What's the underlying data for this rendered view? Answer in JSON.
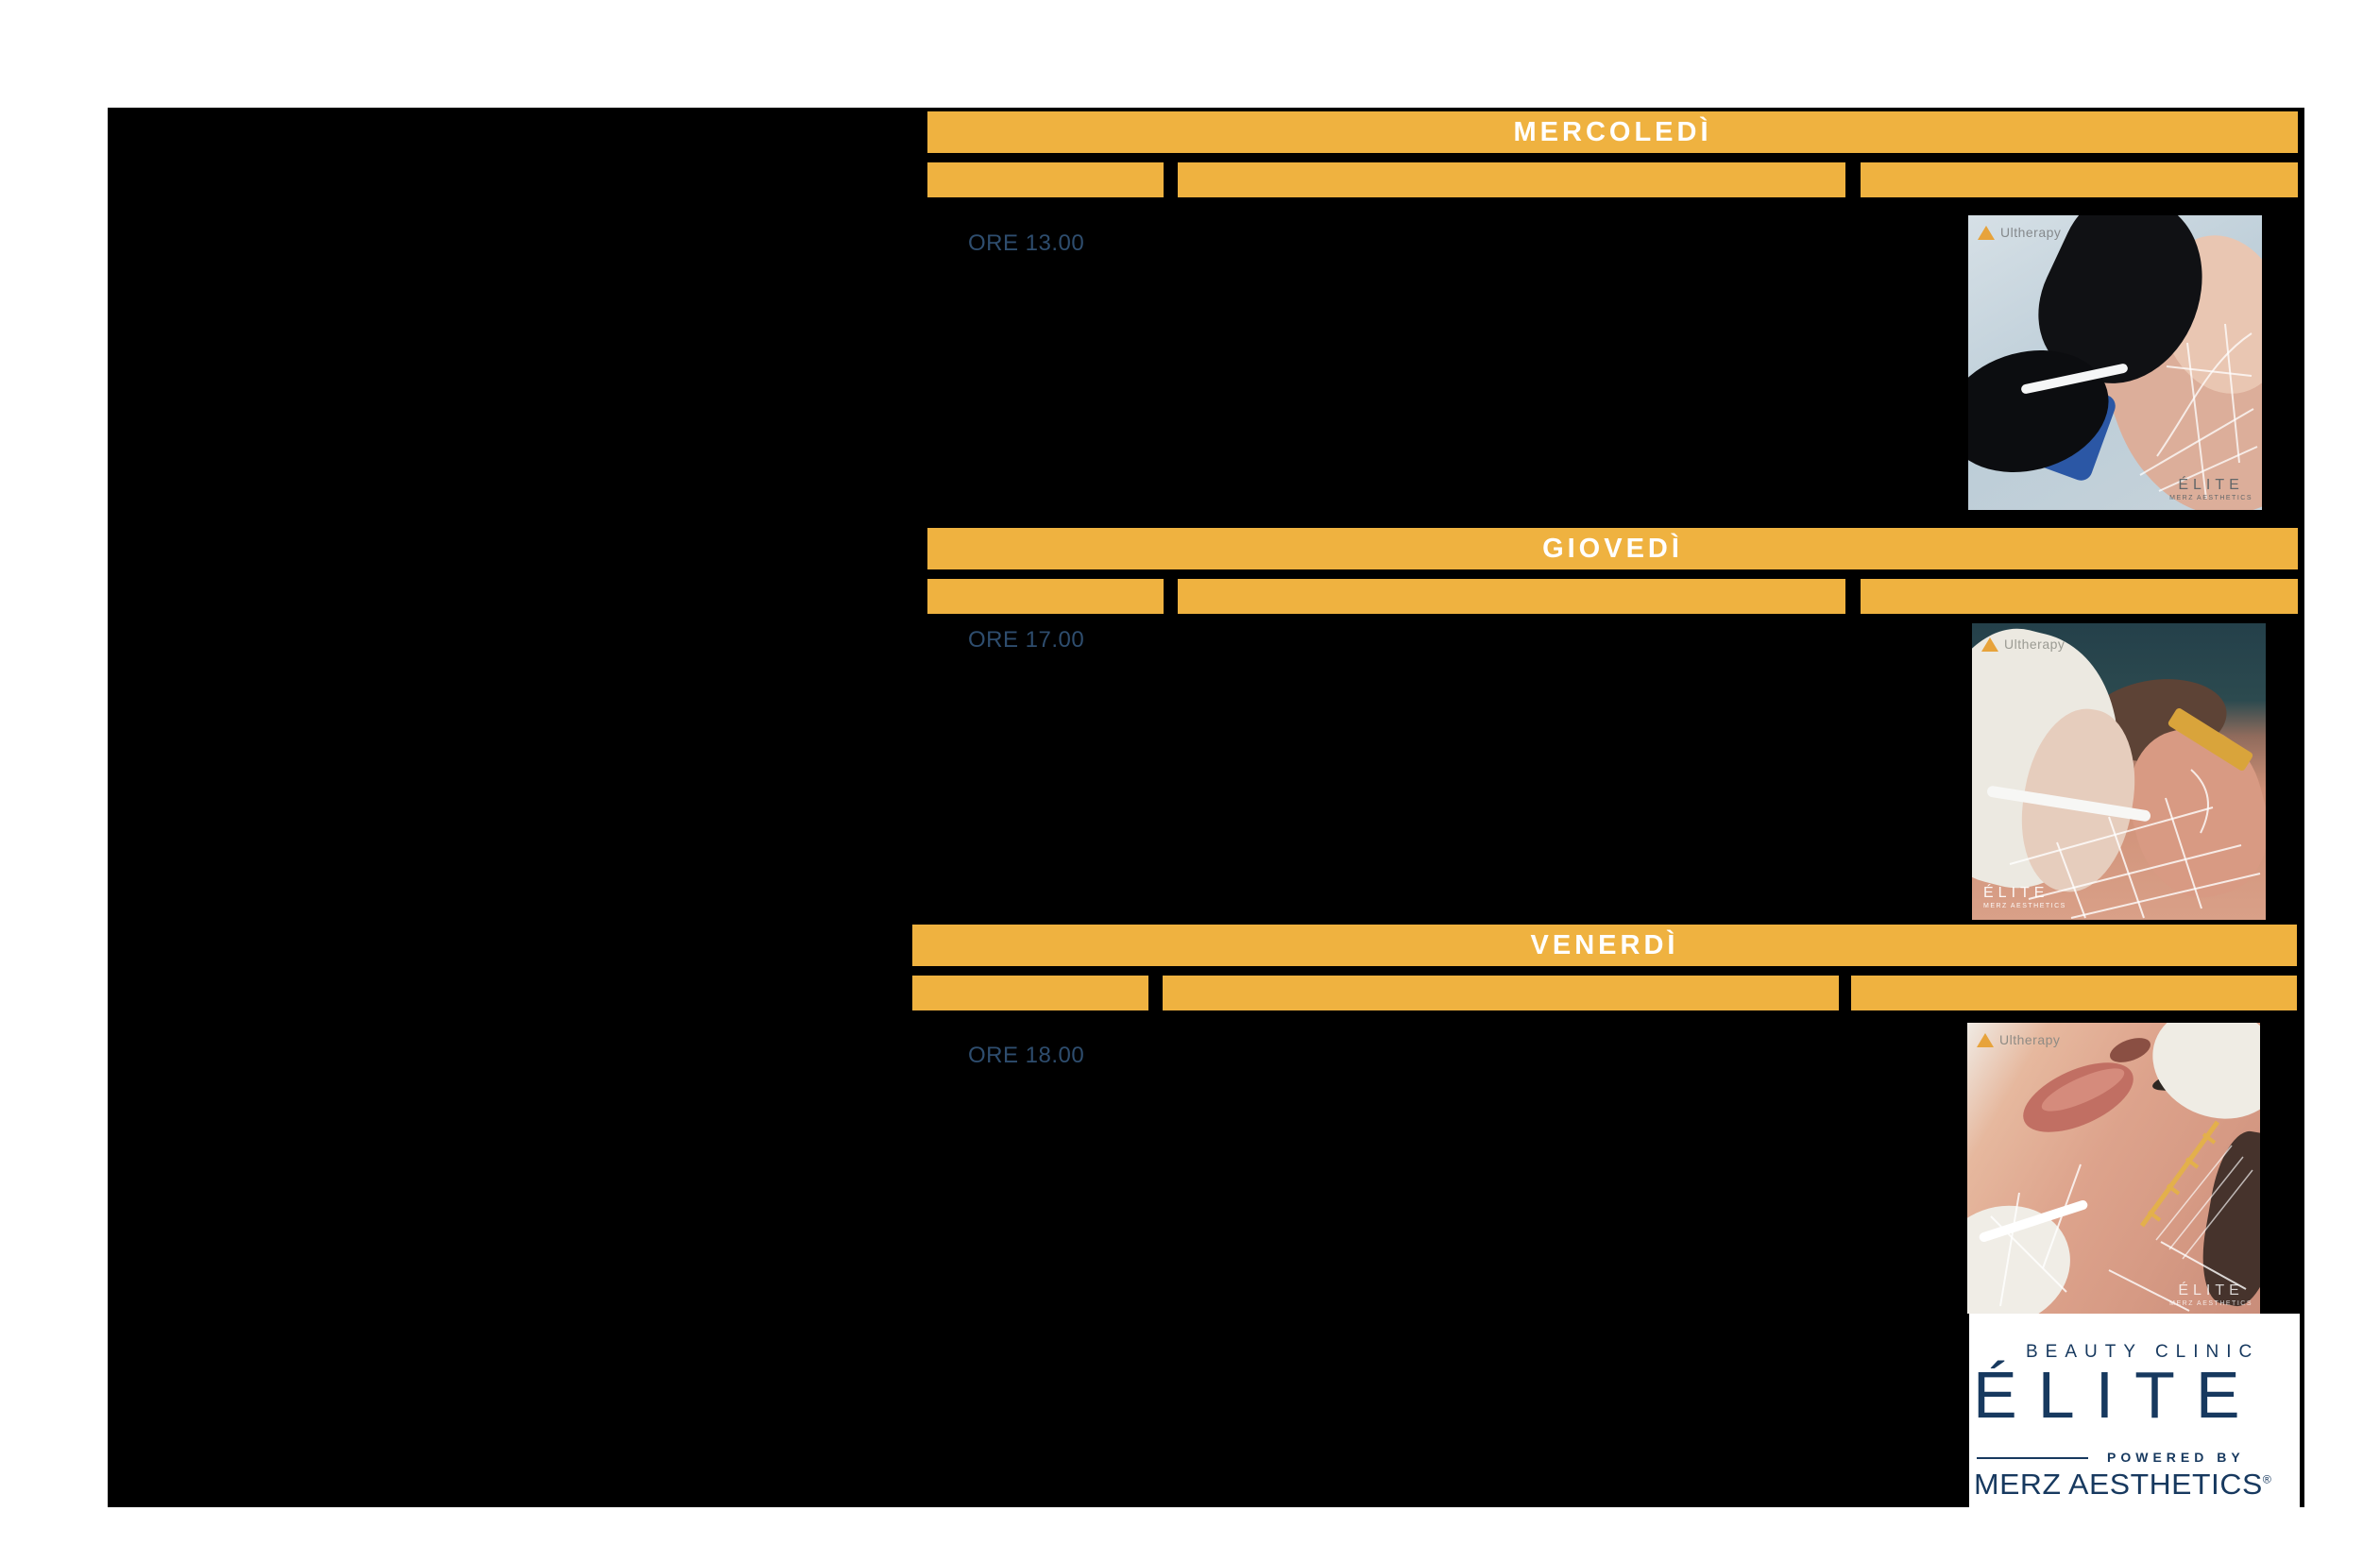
{
  "colors": {
    "accent_orange": "#EFB240",
    "background_black": "#000000",
    "page_white": "#FFFFFF",
    "time_blue": "#2E4D6E",
    "logo_navy": "#17395F",
    "ultherapy_gold": "#E7A33B"
  },
  "sections": [
    {
      "title": "MERCOLEDÌ",
      "time": "ORE 13.00"
    },
    {
      "title": "GIOVEDÌ",
      "time": "ORE 17.00"
    },
    {
      "title": "VENERDÌ",
      "time": "ORE 18.00"
    }
  ],
  "photos": [
    {
      "brand": "Ultherapy",
      "watermark": "ÉLITE",
      "watermark_sub": "MERZ AESTHETICS",
      "alt": "black-gloved hands holding Ultherapy handpiece over patient chin and neck marked with white treatment lines, light blue clinical background"
    },
    {
      "brand": "Ultherapy",
      "watermark": "ÉLITE",
      "watermark_sub": "MERZ AESTHETICS",
      "alt": "white-gloved hand drawing white treatment grid with pen on reclined patient face, dark teal background"
    },
    {
      "brand": "Ultherapy",
      "watermark": "ÉLITE",
      "watermark_sub": "MERZ AESTHETICS",
      "alt": "close-up of lips and chin with transparent gold-marked ruler and white grid lines during Ultherapy mapping"
    }
  ],
  "logo": {
    "tagline": "BEAUTY CLINIC",
    "name": "ÉLITE",
    "powered_by": "POWERED BY",
    "brand": "MERZ AESTHETICS",
    "registered": "®"
  }
}
